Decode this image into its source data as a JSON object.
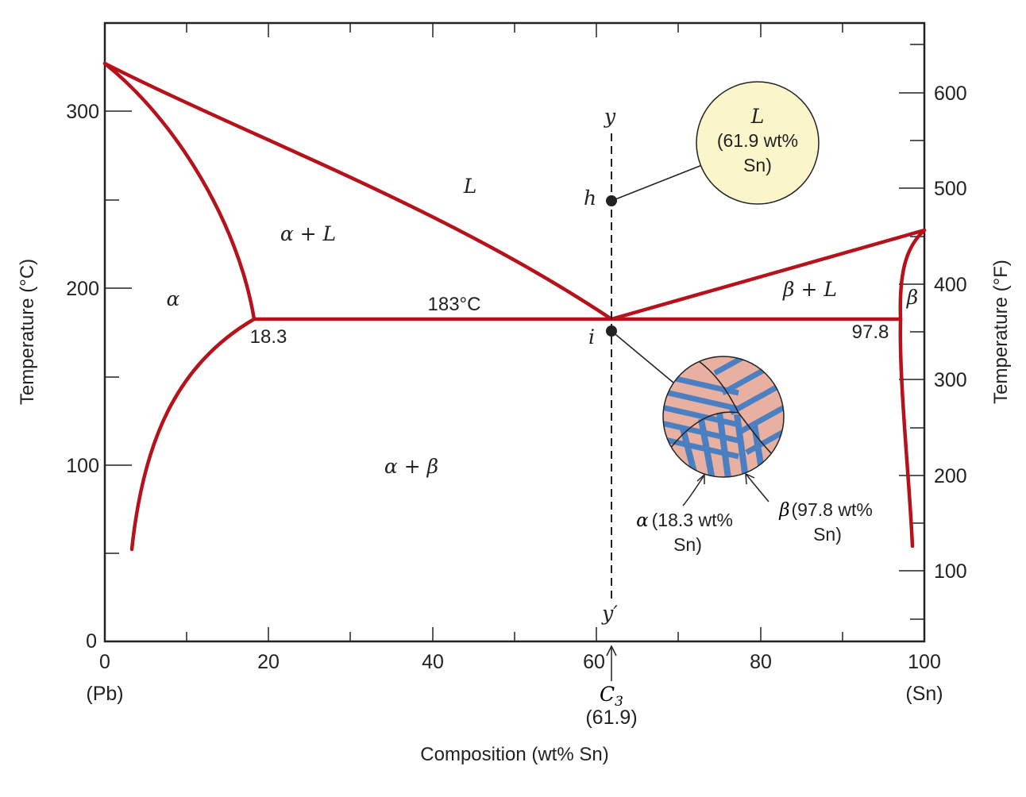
{
  "axes": {
    "x_ticks": [
      "0",
      "20",
      "40",
      "60",
      "80",
      "100"
    ],
    "left_ticks": [
      "0",
      "100",
      "200",
      "300"
    ],
    "right_ticks": [
      "100",
      "200",
      "300",
      "400",
      "500",
      "600"
    ],
    "x_end_left": "(Pb)",
    "x_end_right": "(Sn)",
    "x_title": "Composition (wt% Sn)",
    "left_title": "Temperature (°C)",
    "right_title": "Temperature (°F)"
  },
  "phases": {
    "L": "L",
    "alpha": "α",
    "alpha_L": "α + L",
    "beta_L": "β + L",
    "beta": "β",
    "alpha_beta": "α + β"
  },
  "values": {
    "eutectic_temp": "183°C",
    "alpha_max_solubility": "18.3",
    "beta_max_solubility": "97.8"
  },
  "composition_line": {
    "top_label": "y",
    "bottom_label": "y′",
    "point_h": "h",
    "point_i": "i",
    "c3_letter": "C",
    "c3_subscript": "3",
    "c3_value": "(61.9)"
  },
  "callout_liquid": {
    "phase": "L",
    "line1": "(61.9 wt%",
    "line2": "Sn)"
  },
  "callout_microstructure": {
    "alpha_symbol": "α",
    "alpha_line1": "(18.3 wt%",
    "alpha_line2": "Sn)",
    "beta_symbol": "β",
    "beta_line1": "(97.8 wt%",
    "beta_line2": "Sn)"
  },
  "colors": {
    "phase_boundary": "#b5121b",
    "alpha_lamella": "#e8b0a0",
    "beta_lamella": "#4a7fc1",
    "liquid_fill": "#fbf6c9"
  }
}
